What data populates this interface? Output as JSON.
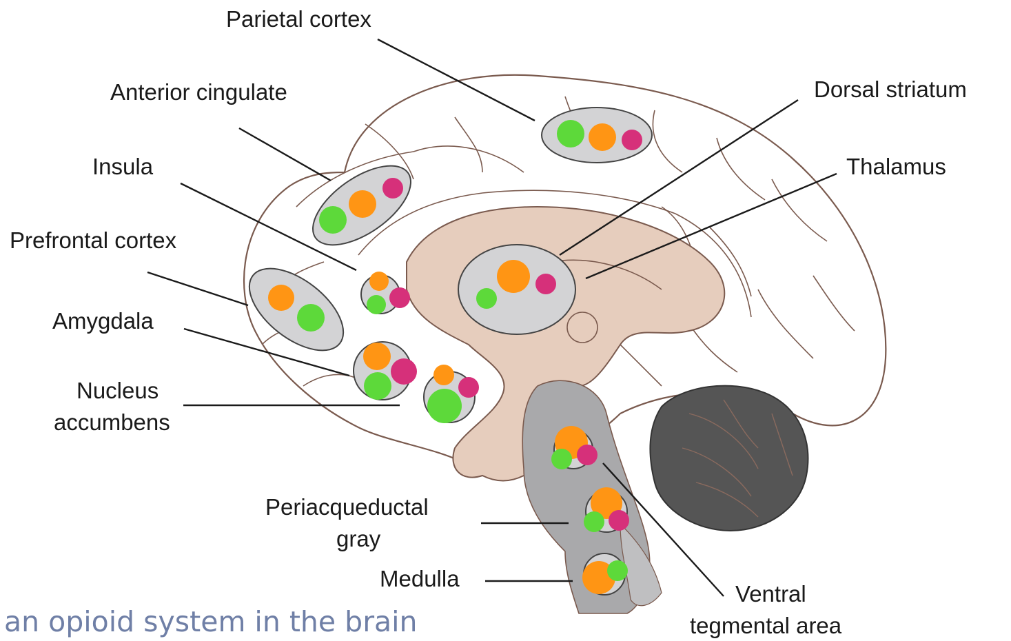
{
  "labels": {
    "parietal_cortex": "Parietal cortex",
    "anterior_cingulate": "Anterior cingulate",
    "insula": "Insula",
    "prefrontal_cortex": "Prefrontal cortex",
    "amygdala": "Amygdala",
    "nucleus_accumbens_1": "Nucleus",
    "nucleus_accumbens_2": "accumbens",
    "dorsal_striatum": "Dorsal striatum",
    "thalamus": "Thalamus",
    "periaqueductal_gray_1": "Periacqueductal",
    "periaqueductal_gray_2": "gray",
    "medulla": "Medulla",
    "vta_1": "Ventral",
    "vta_2": "tegmental area"
  },
  "caption": "an opioid system in the brain",
  "colors": {
    "receptor_green": "#5dd93a",
    "receptor_orange": "#ff9514",
    "receptor_magenta": "#d6307a",
    "region_gray": "#d3d3d5",
    "brainstem_gray": "#a9a9ab",
    "subcortical_tan": "#e6cdbd",
    "cerebellum": "#555555",
    "outline_brown": "#7a5a4e",
    "caption_color": "#6f7fa6"
  }
}
